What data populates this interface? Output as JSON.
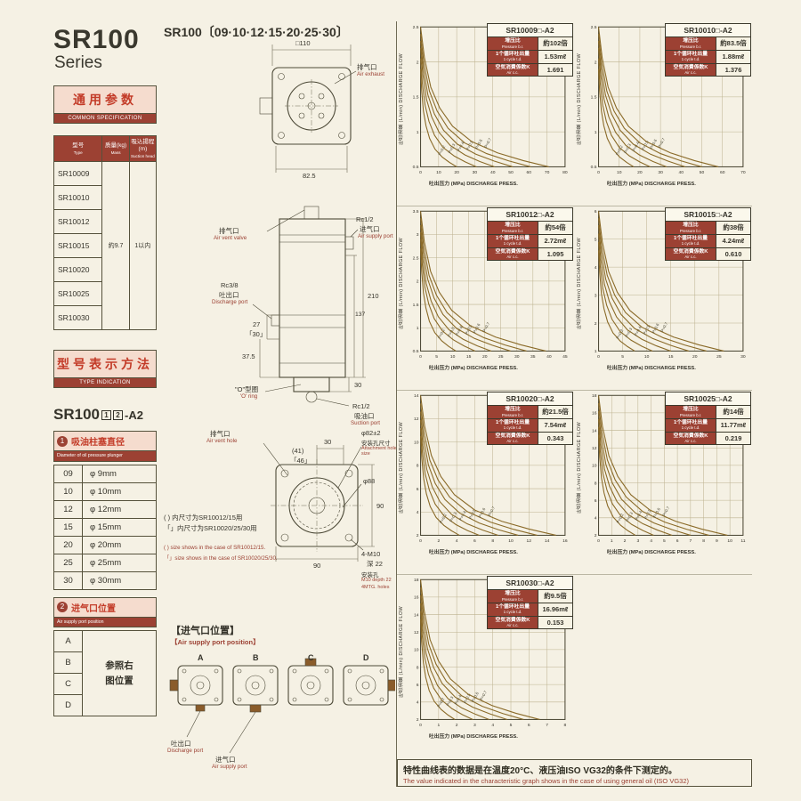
{
  "footnote": {
    "cn": "特性曲线表的数据是在温度20°C、液压油ISO VG32的条件下测定的。",
    "en": "The value indicated in the characteristic graph shows in the case of using general oil (ISO VG32)"
  },
  "sidebar": {
    "series_title": "SR100",
    "series_sub": "Series",
    "common_spec_cn": "通用参数",
    "common_spec_en": "COMMON SPECIFICATION",
    "spec_table": {
      "headers": [
        {
          "cn": "型号",
          "en": "Type"
        },
        {
          "cn": "质量(kg)",
          "en": "Mass"
        },
        {
          "cn": "吸込揚程(m)",
          "en": "Suction head"
        }
      ],
      "models": [
        "SR10009",
        "SR10010",
        "SR10012",
        "SR10015",
        "SR10020",
        "SR10025",
        "SR10030"
      ],
      "mass": "約9.7",
      "suction_head": "1以内"
    },
    "type_indication_cn": "型号表示方法",
    "type_indication_en": "TYPE INDICATION",
    "type_code_main": "SR100",
    "type_code_box1": "1",
    "type_code_box2": "2",
    "type_code_suffix": "-A2",
    "plunger": {
      "num": "1",
      "label_cn": "吸油柱塞直径",
      "label_en": "Diameter of oil pressure plunger",
      "rows": [
        [
          "09",
          "φ 9mm"
        ],
        [
          "10",
          "φ 10mm"
        ],
        [
          "12",
          "φ 12mm"
        ],
        [
          "15",
          "φ 15mm"
        ],
        [
          "20",
          "φ 20mm"
        ],
        [
          "25",
          "φ 25mm"
        ],
        [
          "30",
          "φ 30mm"
        ]
      ]
    },
    "port": {
      "num": "2",
      "label_cn": "进气口位置",
      "label_en": "Air supply port position",
      "rows": [
        "A",
        "B",
        "C",
        "D"
      ],
      "note": "参照右图位置"
    }
  },
  "drawing": {
    "title": "SR100〔09·10·12·15·20·25·30〕",
    "top_view": {
      "dim_width": "□110",
      "dim_base": "82.5",
      "exhaust_cn": "排气口",
      "exhaust_en": "Air exhaust"
    },
    "side_view": {
      "vent_cn": "排气口",
      "vent_en": "Air vent valve",
      "supply_rc": "Rc1/2",
      "supply_cn": "进气口",
      "supply_en": "Air supply port",
      "discharge_rc": "Rc3/8",
      "discharge_cn": "吐出口",
      "discharge_en": "Discharge port",
      "dim_total": "210",
      "dim_body": "137",
      "dim_27": "27",
      "dim_30b": "「30」",
      "dim_375": "37.5",
      "dim_30": "30",
      "oring_cn": "\"O\"型圈",
      "oring_en": "'O' ring",
      "suction_rc": "Rc1/2",
      "suction_cn": "吸油口",
      "suction_en": "Suction port"
    },
    "notes": {
      "cn1": "( ) 内尺寸为SR10012/15用",
      "cn2": "「」内尺寸为SR10020/25/30用",
      "en1": "( ) size shows in the case of SR10012/15.",
      "en2": "「」size shows in the case of SR10020/25/30."
    },
    "bottom_view": {
      "vent_cn": "排气口",
      "vent_en": "Air vent hole",
      "dim_30": "30",
      "dim_41": "(41)",
      "dim_46": "「46」",
      "attach_dim": "φ82±2",
      "attach_cn": "安装孔尺寸",
      "attach_en": "Attachment hole size",
      "dim_phi88": "φ88",
      "dim_90r": "90",
      "dim_90b": "90",
      "m10": "4-M10",
      "depth": "深 22",
      "mtg_cn": "安装孔",
      "mtg_en1": "M10 depth 22",
      "mtg_en2": "4MTG. holes"
    },
    "port_pos": {
      "head_cn": "【进气口位置】",
      "head_en": "【Air supply port position】",
      "labels": [
        "A",
        "B",
        "C",
        "D"
      ],
      "discharge_cn": "吐出口",
      "discharge_en": "Discharge port",
      "supply_cn": "进气口",
      "supply_en": "Air supply port"
    }
  },
  "chart_common": {
    "ylabel_cn": "吐出油量 (L/min)",
    "ylabel_en": "DISCHARGE FLOW",
    "xlabel_cn": "吐出压力 (MPa)",
    "xlabel_en": "DISCHARGE PRESS.",
    "row1_cn": "增压比",
    "row1_en": "Pressure b.r.",
    "row2_cn": "1个循环吐出量",
    "row2_en": "1 cycle t.d.",
    "row3_cn": "空気消費係数K",
    "row3_en": "Air c.c."
  },
  "chart_data": [
    {
      "type": "line",
      "model": "SR10009□-A2",
      "boost_ratio": "約102倍",
      "cycle_discharge": "1.53mℓ",
      "air_coeff": "1.691",
      "xmax": 80,
      "xstep": 10,
      "ymin": 0.5,
      "ymax": 2.5,
      "ystep": 0.5,
      "series": [
        {
          "name": "P=0.2",
          "end": 20,
          "start": 1.9
        },
        {
          "name": "P=0.3",
          "end": 31,
          "start": 2.05
        },
        {
          "name": "P=0.4",
          "end": 41,
          "start": 2.2
        },
        {
          "name": "P=0.5",
          "end": 51,
          "start": 2.3
        },
        {
          "name": "P=0.6",
          "end": 61,
          "start": 2.4
        },
        {
          "name": "P=0.7",
          "end": 71,
          "start": 2.5
        }
      ]
    },
    {
      "type": "line",
      "model": "SR10010□-A2",
      "boost_ratio": "約83.5倍",
      "cycle_discharge": "1.88mℓ",
      "air_coeff": "1.376",
      "xmax": 70,
      "xstep": 10,
      "ymin": 0.5,
      "ymax": 2.5,
      "ystep": 0.5,
      "series": [
        {
          "name": "P=0.2",
          "end": 17,
          "start": 1.9
        },
        {
          "name": "P=0.3",
          "end": 25,
          "start": 2.05
        },
        {
          "name": "P=0.4",
          "end": 33,
          "start": 2.2
        },
        {
          "name": "P=0.5",
          "end": 42,
          "start": 2.3
        },
        {
          "name": "P=0.6",
          "end": 50,
          "start": 2.4
        },
        {
          "name": "P=0.7",
          "end": 58,
          "start": 2.5
        }
      ]
    },
    {
      "type": "line",
      "model": "SR10012□-A2",
      "boost_ratio": "約54倍",
      "cycle_discharge": "2.72mℓ",
      "air_coeff": "1.095",
      "xmax": 45,
      "xstep": 5,
      "ymin": 0.5,
      "ymax": 3.5,
      "ystep": 0.5,
      "series": [
        {
          "name": "P=0.2",
          "end": 11,
          "start": 2.7
        },
        {
          "name": "P=0.3",
          "end": 17,
          "start": 2.9
        },
        {
          "name": "P=0.4",
          "end": 22,
          "start": 3.05
        },
        {
          "name": "P=0.5",
          "end": 28,
          "start": 3.2
        },
        {
          "name": "P=0.6",
          "end": 33,
          "start": 3.35
        },
        {
          "name": "P=0.7",
          "end": 39,
          "start": 3.5
        }
      ]
    },
    {
      "type": "line",
      "model": "SR10015□-A2",
      "boost_ratio": "約38倍",
      "cycle_discharge": "4.24mℓ",
      "air_coeff": "0.610",
      "xmax": 30,
      "xstep": 5,
      "ymin": 1,
      "ymax": 6,
      "ystep": 1,
      "series": [
        {
          "name": "P=0.2",
          "end": 7.5,
          "start": 4.6
        },
        {
          "name": "P=0.3",
          "end": 11.2,
          "start": 4.9
        },
        {
          "name": "P=0.4",
          "end": 15,
          "start": 5.2
        },
        {
          "name": "P=0.5",
          "end": 18.7,
          "start": 5.5
        },
        {
          "name": "P=0.6",
          "end": 22.4,
          "start": 5.75
        },
        {
          "name": "P=0.7",
          "end": 26,
          "start": 6
        }
      ]
    },
    {
      "type": "line",
      "model": "SR10020□-A2",
      "boost_ratio": "約21.5倍",
      "cycle_discharge": "7.54mℓ",
      "air_coeff": "0.343",
      "xmax": 16,
      "xstep": 2,
      "ymin": 2,
      "ymax": 14,
      "ystep": 2,
      "series": [
        {
          "name": "P=0.2",
          "end": 4.3,
          "start": 10.5
        },
        {
          "name": "P=0.3",
          "end": 6.5,
          "start": 11.2
        },
        {
          "name": "P=0.4",
          "end": 8.6,
          "start": 11.9
        },
        {
          "name": "P=0.5",
          "end": 10.8,
          "start": 12.6
        },
        {
          "name": "P=0.6",
          "end": 12.9,
          "start": 13.3
        },
        {
          "name": "P=0.7",
          "end": 15,
          "start": 14
        }
      ]
    },
    {
      "type": "line",
      "model": "SR10025□-A2",
      "boost_ratio": "約14倍",
      "cycle_discharge": "11.77mℓ",
      "air_coeff": "0.219",
      "xmax": 11,
      "xstep": 1,
      "ymin": 2,
      "ymax": 18,
      "ystep": 2,
      "series": [
        {
          "name": "P=0.2",
          "end": 2.8,
          "start": 13.5
        },
        {
          "name": "P=0.3",
          "end": 4.2,
          "start": 14.4
        },
        {
          "name": "P=0.4",
          "end": 5.6,
          "start": 15.3
        },
        {
          "name": "P=0.5",
          "end": 7,
          "start": 16.2
        },
        {
          "name": "P=0.6",
          "end": 8.4,
          "start": 17.1
        },
        {
          "name": "P=0.7",
          "end": 9.8,
          "start": 18
        }
      ]
    },
    {
      "type": "line",
      "model": "SR10030□-A2",
      "boost_ratio": "約9.5倍",
      "cycle_discharge": "16.96mℓ",
      "air_coeff": "0.153",
      "xmax": 8,
      "xstep": 1,
      "ymin": 2,
      "ymax": 18,
      "ystep": 2,
      "series": [
        {
          "name": "P=0.2",
          "end": 1.9,
          "start": 13.5
        },
        {
          "name": "P=0.3",
          "end": 2.9,
          "start": 14.4
        },
        {
          "name": "P=0.4",
          "end": 3.8,
          "start": 15.3
        },
        {
          "name": "P=0.5",
          "end": 4.8,
          "start": 16.2
        },
        {
          "name": "P=0.6",
          "end": 5.7,
          "start": 17.1
        },
        {
          "name": "P=0.7",
          "end": 6.6,
          "start": 18
        }
      ]
    }
  ]
}
